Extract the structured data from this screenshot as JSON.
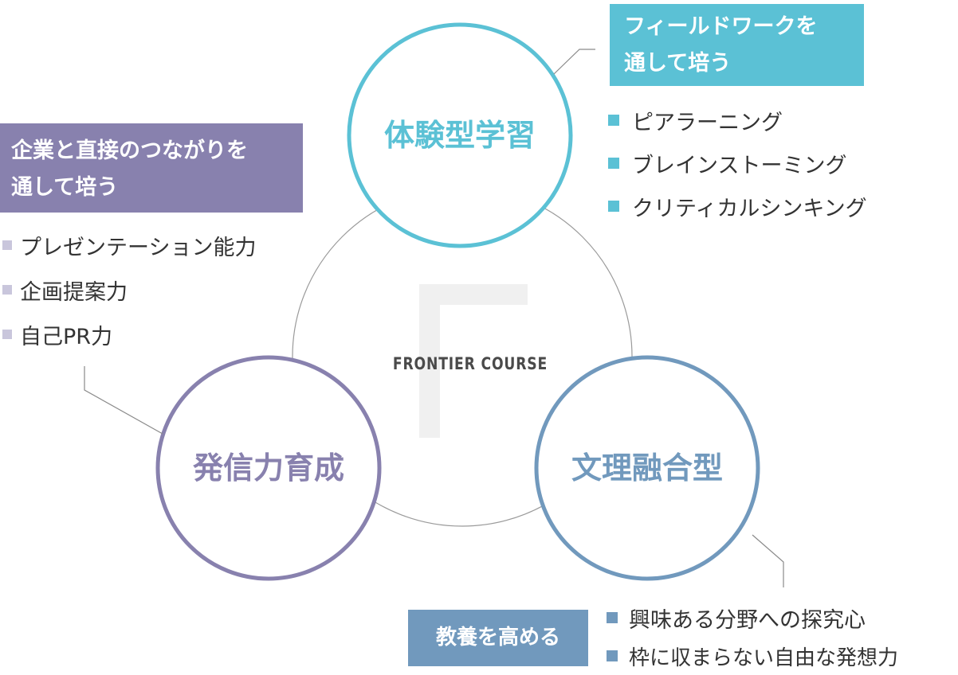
{
  "colors": {
    "cyan": "#5bc1d5",
    "purple": "#8881ae",
    "blue": "#7199bd",
    "gray_line": "#9a9a9a",
    "purple_bullet": "#c9c6dc"
  },
  "center": {
    "label": "FRONTIER COURSE",
    "watermark_letter": "F"
  },
  "circles": {
    "top": {
      "label": "体験型学習"
    },
    "left": {
      "label": "発信力育成"
    },
    "right": {
      "label": "文理融合型"
    }
  },
  "top_right": {
    "heading": [
      "フィールドワークを",
      "通して培う"
    ],
    "items": [
      "ピアラーニング",
      "ブレインストーミング",
      "クリティカルシンキング"
    ]
  },
  "left_panel": {
    "heading": [
      "企業と直接のつながりを",
      "通して培う"
    ],
    "items": [
      "プレゼンテーション能力",
      "企画提案力",
      "自己PR力"
    ]
  },
  "bottom_right": {
    "heading": "教養を高める",
    "items": [
      "興味ある分野への探究心",
      "枠に収まらない自由な発想力"
    ]
  }
}
